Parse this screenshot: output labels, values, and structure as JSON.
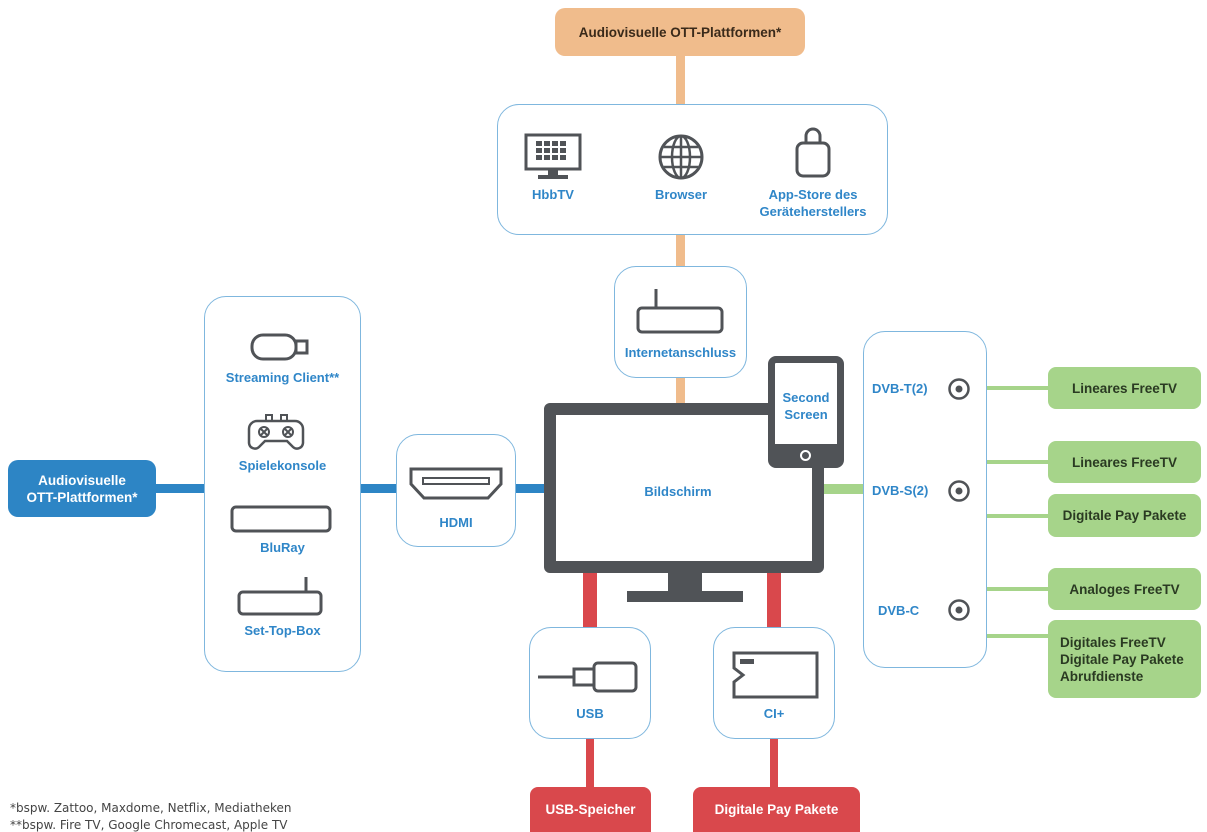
{
  "top_pill": {
    "label": "Audiovisuelle OTT-Plattformen*"
  },
  "apps": {
    "hbbtv": "HbbTV",
    "browser": "Browser",
    "appstore_line1": "App-Store des",
    "appstore_line2": "Geräteherstellers"
  },
  "internet": {
    "label": "Internetanschluss"
  },
  "left_devices": {
    "streaming": "Streaming Client**",
    "console": "Spielekonsole",
    "bluray": "BluRay",
    "settop": "Set-Top-Box"
  },
  "left_pill": {
    "line1": "Audiovisuelle",
    "line2": "OTT-Plattformen*"
  },
  "hdmi": {
    "label": "HDMI"
  },
  "screen": {
    "label": "Bildschirm"
  },
  "second_screen": {
    "line1": "Second",
    "line2": "Screen"
  },
  "tuners": {
    "dvbt": "DVB-T(2)",
    "dvbs": "DVB-S(2)",
    "dvbc": "DVB-C"
  },
  "right_pills": {
    "linear1": "Lineares FreeTV",
    "linear2": "Lineares FreeTV",
    "pay1": "Digitale Pay Pakete",
    "analog": "Analoges FreeTV",
    "digital_line1": "Digitales FreeTV",
    "digital_line2": "Digitale Pay Pakete",
    "digital_line3": "Abrufdienste"
  },
  "usb": {
    "label": "USB"
  },
  "ci": {
    "label": "CI+"
  },
  "bottom_pills": {
    "usb_storage": "USB-Speicher",
    "pay": "Digitale Pay Pakete"
  },
  "footnotes": {
    "one": "*bspw. Zattoo, Maxdome, Netflix, Mediatheken",
    "two": "**bspw. Fire TV, Google Chromecast, Apple TV"
  },
  "colors": {
    "internet_path": "#f0bc8c",
    "hdmi_path": "#2d85c5",
    "broadcast_path": "#a6d48a",
    "local_path": "#d9484c",
    "box_border": "#7fb7de",
    "label_text": "#2f86c8",
    "icon": "#505357"
  }
}
